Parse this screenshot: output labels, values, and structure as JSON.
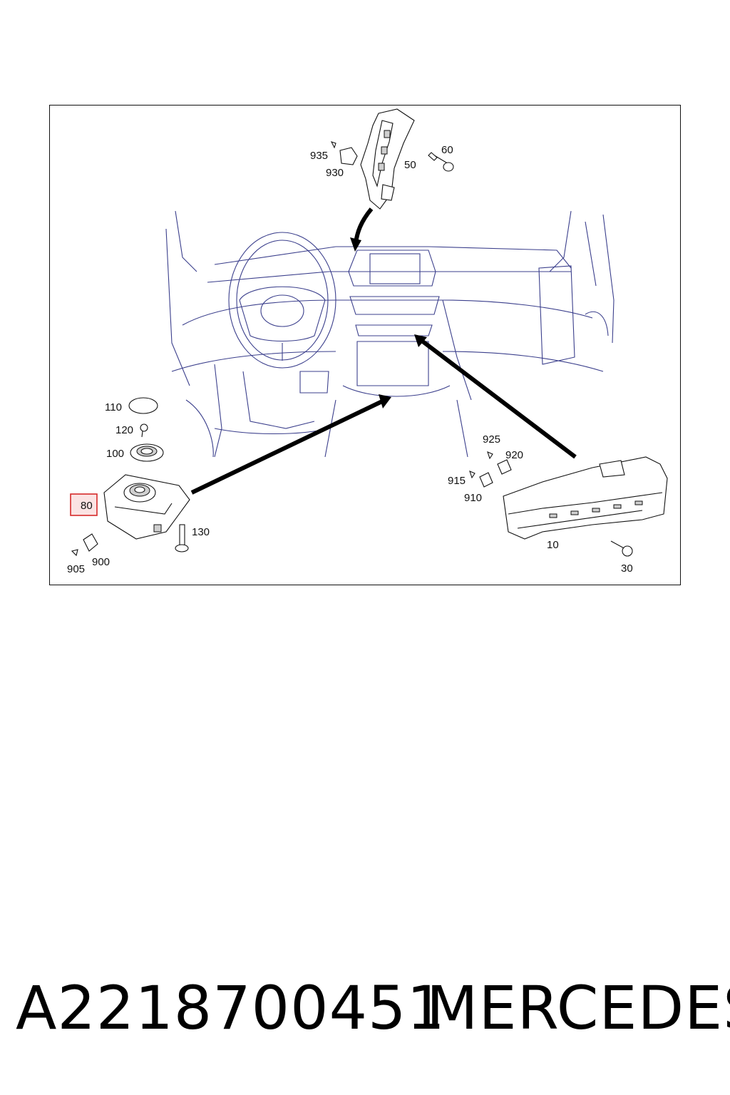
{
  "callouts": {
    "c935": "935",
    "c930": "930",
    "c50": "50",
    "c60": "60",
    "c110": "110",
    "c120": "120",
    "c100": "100",
    "c80": "80",
    "c130": "130",
    "c905": "905",
    "c900": "900",
    "c925": "925",
    "c920": "920",
    "c915": "915",
    "c910": "910",
    "c10": "10",
    "c30": "30"
  },
  "highlighted_callout": "80",
  "colors": {
    "highlight_border": "#d62a2a",
    "highlight_fill": "#fbe3e3",
    "outline": "#3b3f8c"
  },
  "footer": {
    "part_number": "A2218700451",
    "brand": "MERCEDES"
  }
}
